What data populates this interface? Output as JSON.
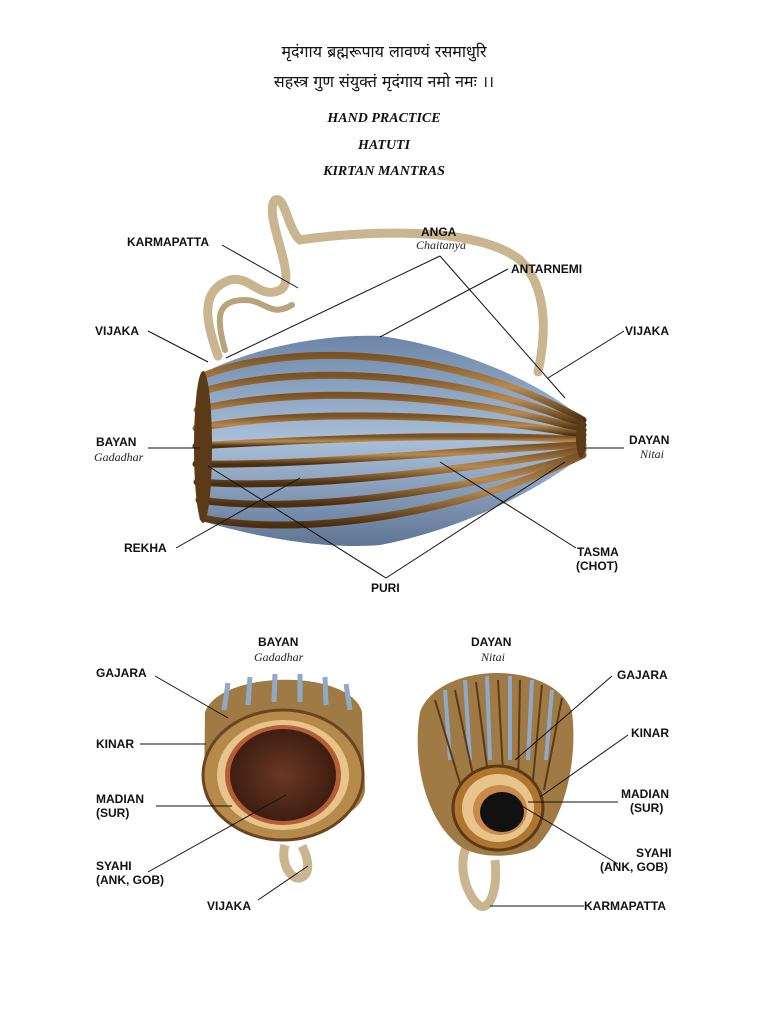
{
  "header": {
    "sanskrit_line1": "मृदंगाय ब्रह्मरूपाय लावण्यं रसमाधुरि",
    "sanskrit_line2": "सहस्त्र गुण संयुक्तं मृदंगाय नमो नमः ।।",
    "subtitles": [
      "HAND PRACTICE",
      "HATUTI",
      "KIRTAN MANTRAS"
    ]
  },
  "side_view": {
    "labels": {
      "karmapatta": "KARMAPATTA",
      "anga": "ANGA",
      "anga_sub": "Chaitanya",
      "antarnemi": "ANTARNEMI",
      "vijaka_left": "VIJAKA",
      "vijaka_right": "VIJAKA",
      "bayan": "BAYAN",
      "bayan_sub": "Gadadhar",
      "dayan": "DAYAN",
      "dayan_sub": "Nitai",
      "rekha": "REKHA",
      "tasma_line1": "TASMA",
      "tasma_line2": "(CHOT)",
      "puri": "PURI"
    }
  },
  "bayan_end": {
    "title": "BAYAN",
    "title_sub": "Gadadhar",
    "labels": {
      "gajara": "GAJARA",
      "kinar": "KINAR",
      "madian_1": "MADIAN",
      "madian_2": "(SUR)",
      "syahi_1": "SYAHI",
      "syahi_2": "(ANK, GOB)",
      "vijaka": "VIJAKA"
    }
  },
  "dayan_end": {
    "title": "DAYAN",
    "title_sub": "Nitai",
    "labels": {
      "gajara": "GAJARA",
      "kinar": "KINAR",
      "madian_1": "MADIAN",
      "madian_2": "(SUR)",
      "syahi_1": "SYAHI",
      "syahi_2": "(ANK, GOB)",
      "karmapatta": "KARMAPATTA"
    }
  },
  "colors": {
    "wood_dark": "#5a3a17",
    "wood_light": "#b88a4e",
    "drum_blue": "#8fa9c9",
    "leather": "#c9b590",
    "syahi_brown": "#4a2417",
    "syahi_black": "#111111",
    "rim_tan": "#e7c48c"
  }
}
